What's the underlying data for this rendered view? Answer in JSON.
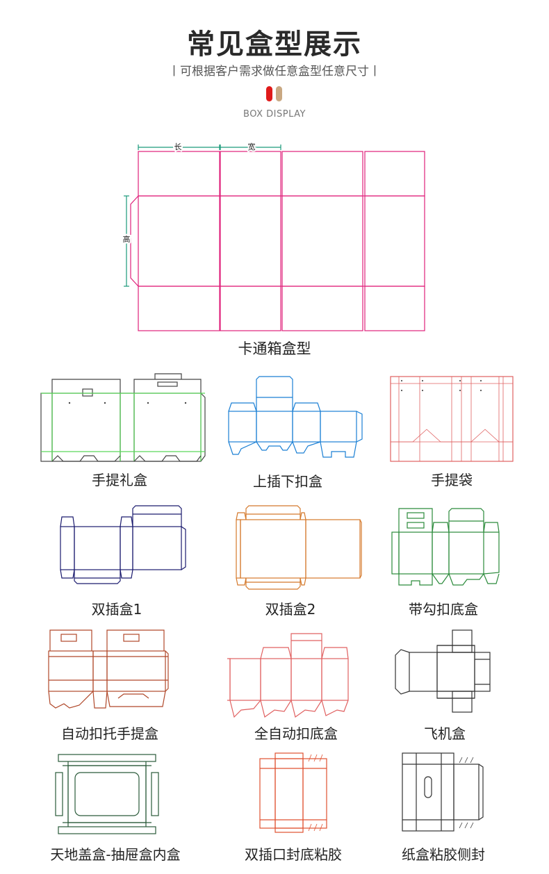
{
  "header": {
    "title": "常见盒型展示",
    "subtitle": "丨可根据客户需求做任意盒型任意尺寸丨",
    "subtitle_en": "BOX DISPLAY",
    "dot_colors": [
      "#e01a1a",
      "#c9a882"
    ]
  },
  "main_box": {
    "label": "卡通箱盒型",
    "dim_length": "长",
    "dim_width": "宽",
    "dim_height": "高",
    "line_color": "#e0207a",
    "dim_color": "#1a9a7a"
  },
  "boxes": [
    {
      "label": "手提礼盒",
      "color": "#444444",
      "accent": "#5ad85a"
    },
    {
      "label": "上插下扣盒",
      "color": "#1a7fd4"
    },
    {
      "label": "手提袋",
      "color": "#e06060"
    },
    {
      "label": "双插盒1",
      "color": "#1a1a6e"
    },
    {
      "label": "双插盒2",
      "color": "#d4782a"
    },
    {
      "label": "带勾扣底盒",
      "color": "#2a8a3a"
    },
    {
      "label": "自动扣托手提盒",
      "color": "#b0482a"
    },
    {
      "label": "全自动扣底盒",
      "color": "#e06060"
    },
    {
      "label": "飞机盒",
      "color": "#333333"
    },
    {
      "label": "天地盖盒-抽屉盒内盒",
      "color": "#2a5a3a"
    },
    {
      "label": "双插口封底粘胶",
      "color": "#e05030"
    },
    {
      "label": "纸盒粘胶侧封",
      "color": "#333333"
    }
  ]
}
